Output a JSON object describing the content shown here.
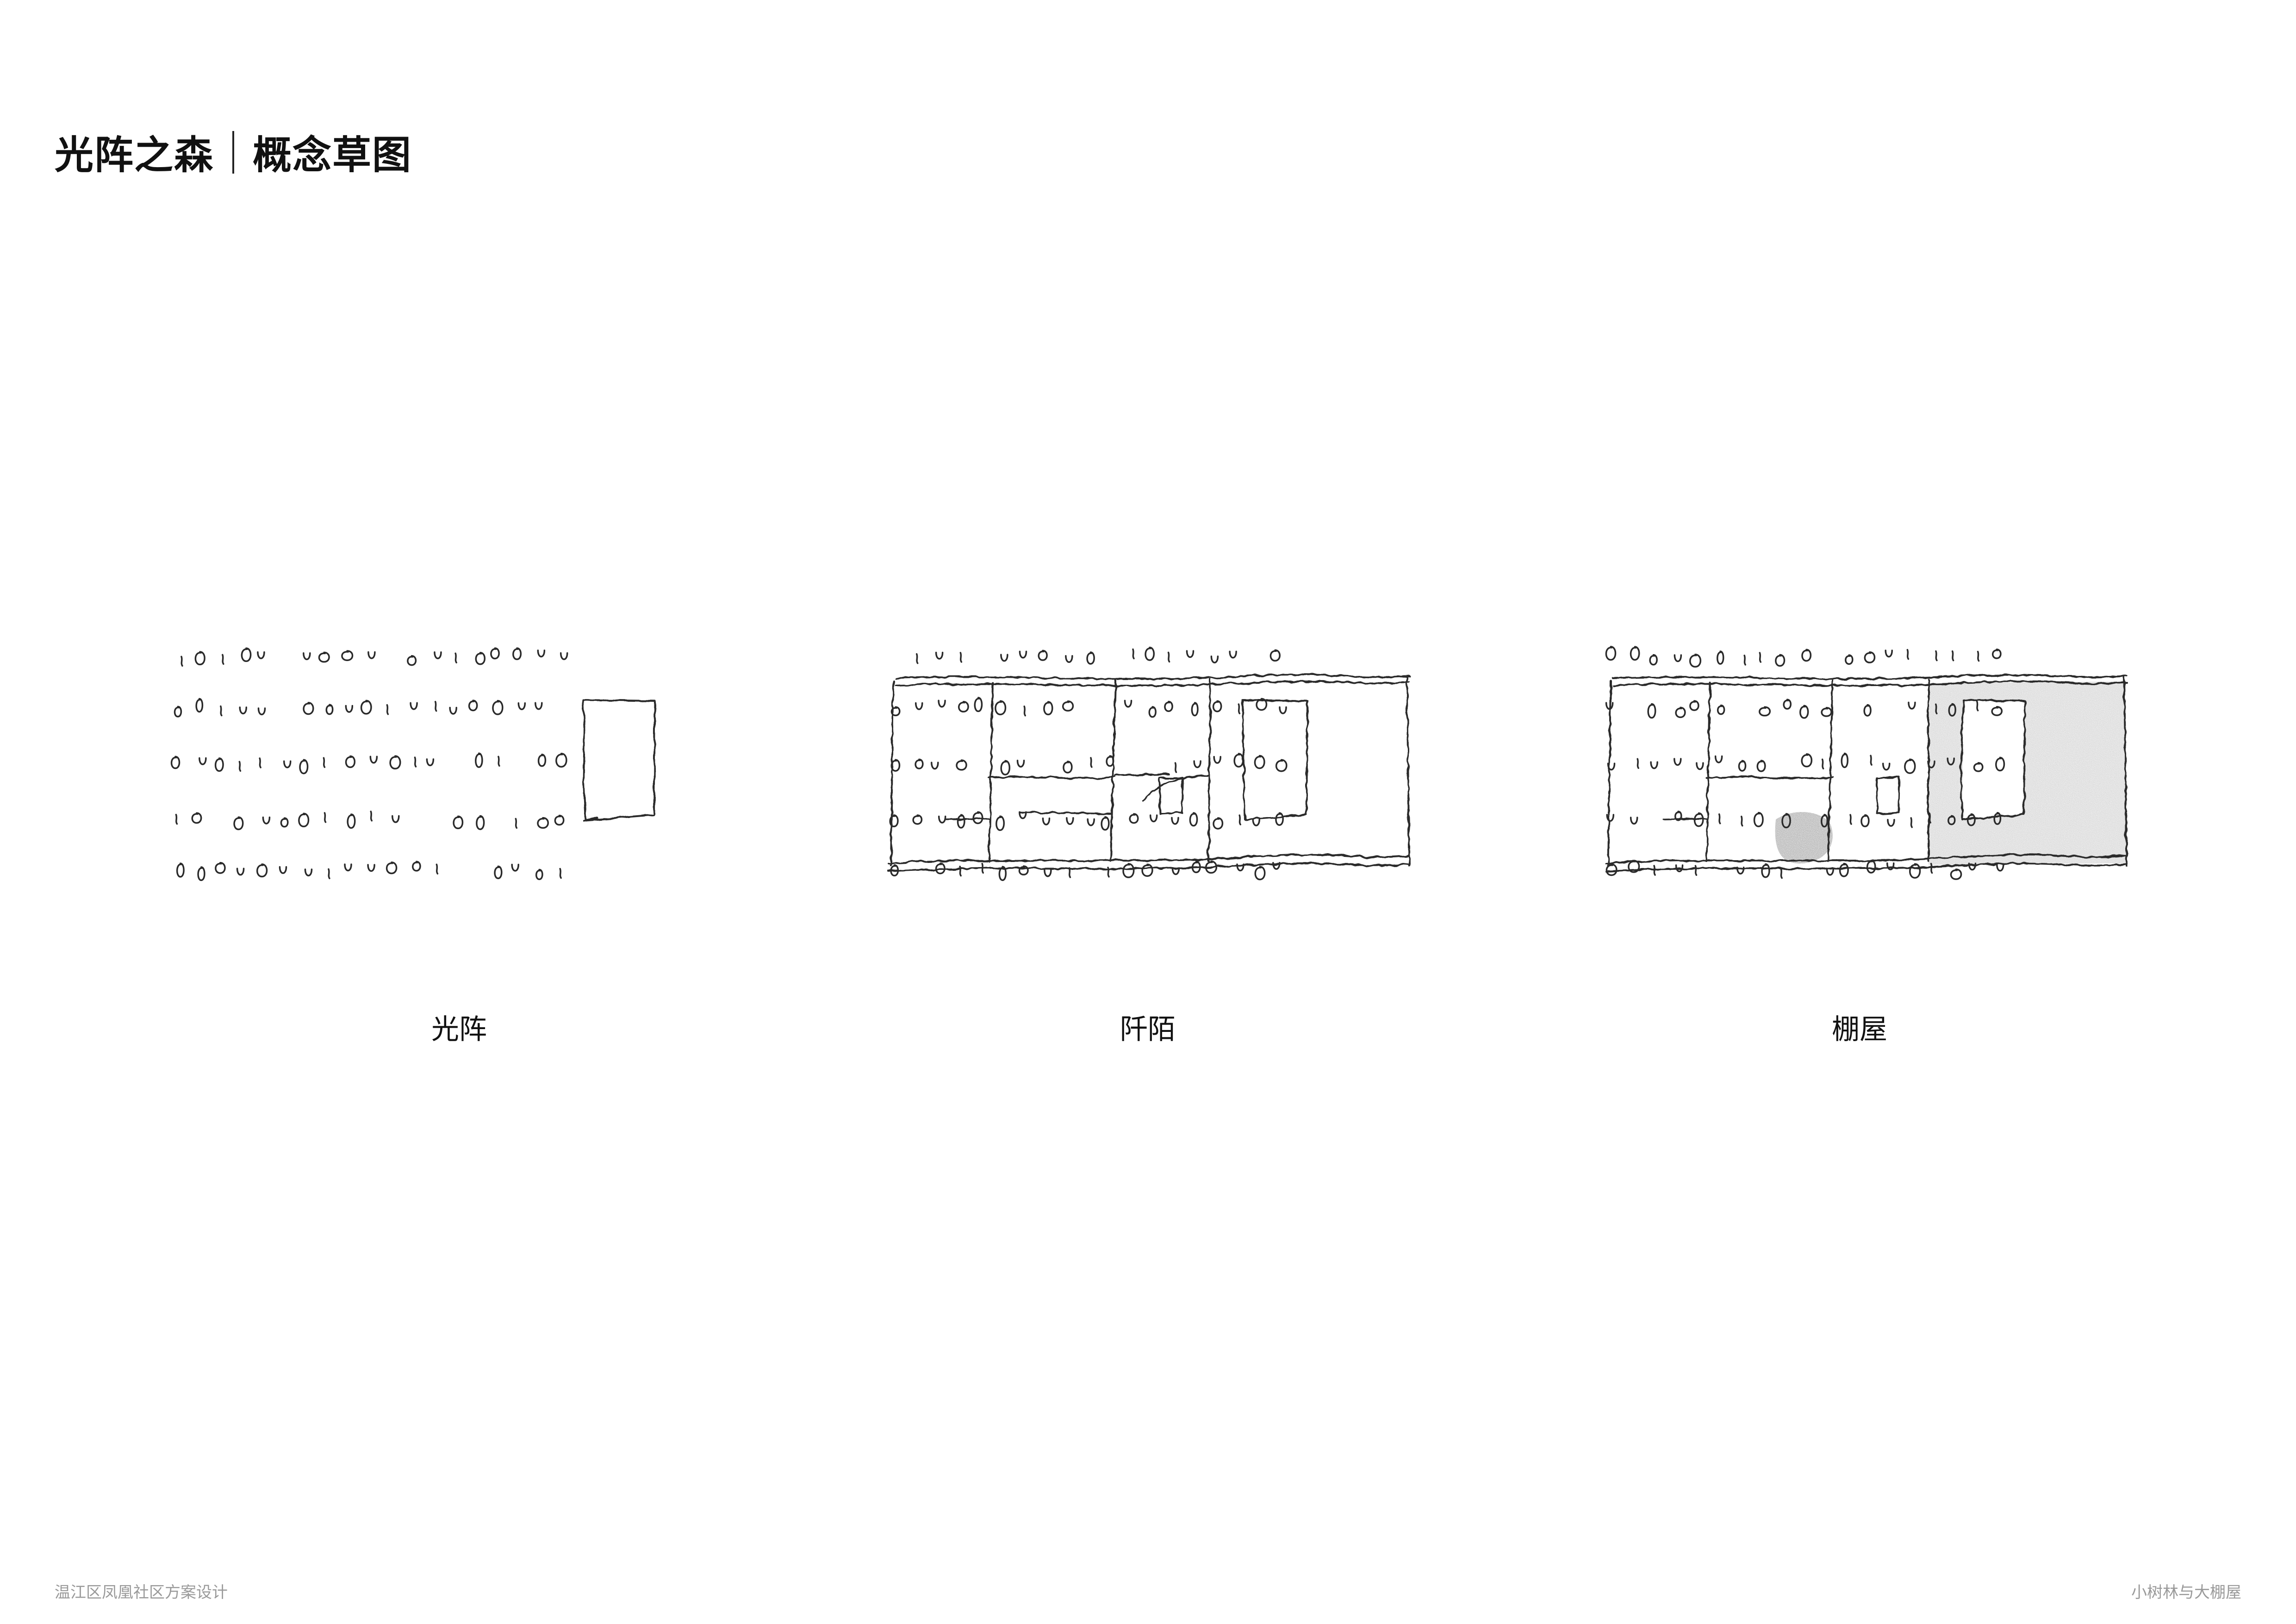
{
  "header": {
    "project": "光阵之森",
    "section": "概念草图"
  },
  "sketches": [
    {
      "id": "light-array",
      "caption": "光阵"
    },
    {
      "id": "paths",
      "caption": "阡陌"
    },
    {
      "id": "shed-house",
      "caption": "棚屋"
    }
  ],
  "footer": {
    "left": "温江区凤凰社区方案设计",
    "right": "小树林与大棚屋"
  },
  "colors": {
    "ink": "#2a2a2a",
    "shade": "#9b9b9b",
    "footer_text": "#9a9a9a"
  }
}
